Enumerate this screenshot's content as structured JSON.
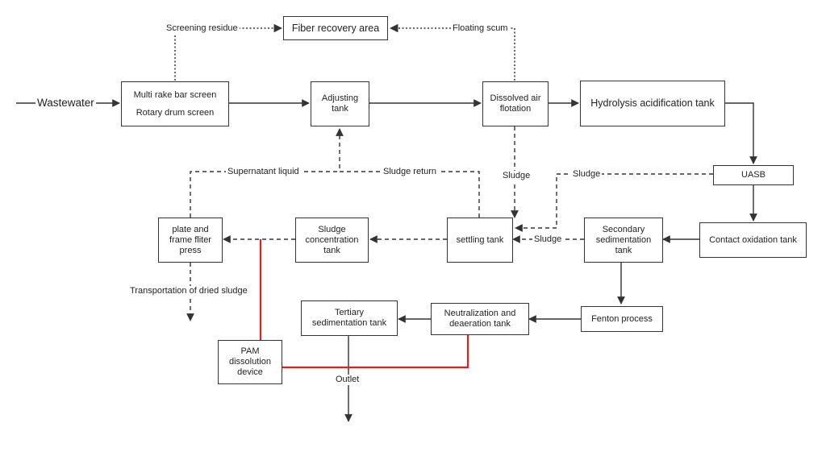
{
  "boxes": {
    "fiber": "Fiber recovery area",
    "screen1": "Multi rake bar screen",
    "screen2": "Rotary drum screen",
    "adjusting": "Adjusting\ntank",
    "daf": "Dissolved air\nflotation",
    "hydrolysis": "Hydrolysis acidification tank",
    "uasb": "UASB",
    "contact": "Contact oxidation tank",
    "secondary": "Secondary\nsedimentation\ntank",
    "settling": "settling tank",
    "concentration": "Sludge\nconcentration\ntank",
    "filterpress": "plate and\nframe fliter\npress",
    "fenton": "Fenton process",
    "neutral": "Neutralization and\ndeaeration tank",
    "tertiary": "Tertiary\nsedimentation tank",
    "pam": "PAM\ndissolution\ndevice"
  },
  "labels": {
    "wastewater": "Wastewater",
    "screening_residue": "Screening residue",
    "floating_scum": "Floating scum",
    "supernatant": "Supernatant liquid",
    "sludge_return": "Sludge return",
    "sludge_daf": "Sludge",
    "sludge_uasb": "Sludge",
    "sludge_secondary": "Sludge",
    "transport": "Transportation of dried sludge",
    "outlet": "Outlet"
  },
  "colors": {
    "line": "#333333",
    "dosing": "#e02020"
  }
}
